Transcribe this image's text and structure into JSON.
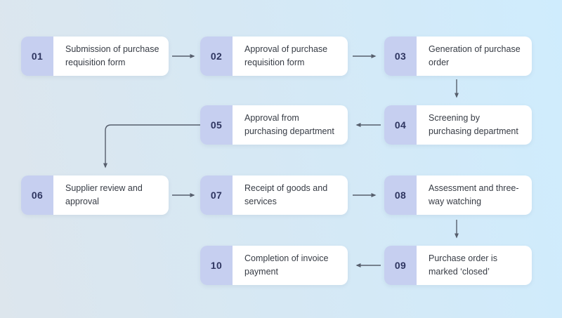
{
  "flowchart": {
    "steps": [
      {
        "number": "01",
        "label": "Submission of purchase requisition form"
      },
      {
        "number": "02",
        "label": "Approval of purchase requisition form"
      },
      {
        "number": "03",
        "label": "Generation of purchase order"
      },
      {
        "number": "04",
        "label": "Screening by purchasing department"
      },
      {
        "number": "05",
        "label": "Approval from purchasing department"
      },
      {
        "number": "06",
        "label": "Supplier review and approval"
      },
      {
        "number": "07",
        "label": "Receipt of goods and services"
      },
      {
        "number": "08",
        "label": "Assessment and three-way watching"
      },
      {
        "number": "09",
        "label": "Purchase order is marked ‘closed’"
      },
      {
        "number": "10",
        "label": "Completion of invoice payment"
      }
    ],
    "connections": [
      {
        "from": "01",
        "to": "02",
        "direction": "right"
      },
      {
        "from": "02",
        "to": "03",
        "direction": "right"
      },
      {
        "from": "03",
        "to": "04",
        "direction": "down"
      },
      {
        "from": "04",
        "to": "05",
        "direction": "left"
      },
      {
        "from": "05",
        "to": "06",
        "direction": "elbow-down-left"
      },
      {
        "from": "06",
        "to": "07",
        "direction": "right"
      },
      {
        "from": "07",
        "to": "08",
        "direction": "right"
      },
      {
        "from": "08",
        "to": "09",
        "direction": "down"
      },
      {
        "from": "09",
        "to": "10",
        "direction": "left"
      }
    ]
  },
  "colors": {
    "badge": "#c6cff0",
    "number_text": "#2e3560",
    "card_bg": "#ffffff",
    "label_text": "#363b44",
    "arrow": "#565e6c"
  }
}
